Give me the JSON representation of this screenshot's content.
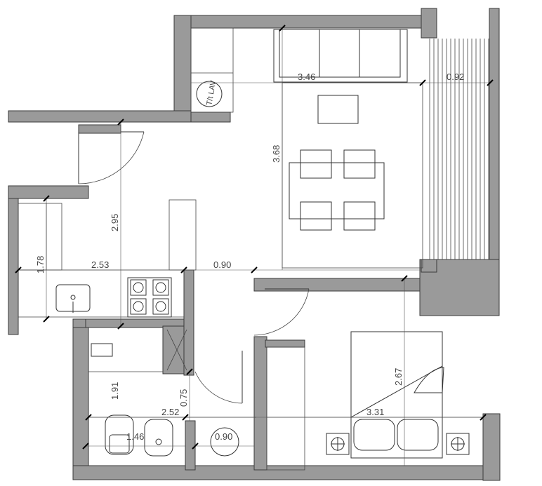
{
  "plan": {
    "dimensions": {
      "living_width": "3.46",
      "balcony_width": "0.92",
      "living_depth": "3.68",
      "entry_depth": "2.95",
      "kitchen_width": "2.53",
      "kitchen_depth": "1.78",
      "hall_width": "0.90",
      "bedroom_depth": "2.67",
      "bedroom_width": "3.31",
      "bath_depth": "1.91",
      "bath_width": "2.52",
      "passage_width": "0.75",
      "wc_width": "1.46",
      "shower_diameter": "0.90"
    },
    "laundry_label": "T/t LAV"
  }
}
